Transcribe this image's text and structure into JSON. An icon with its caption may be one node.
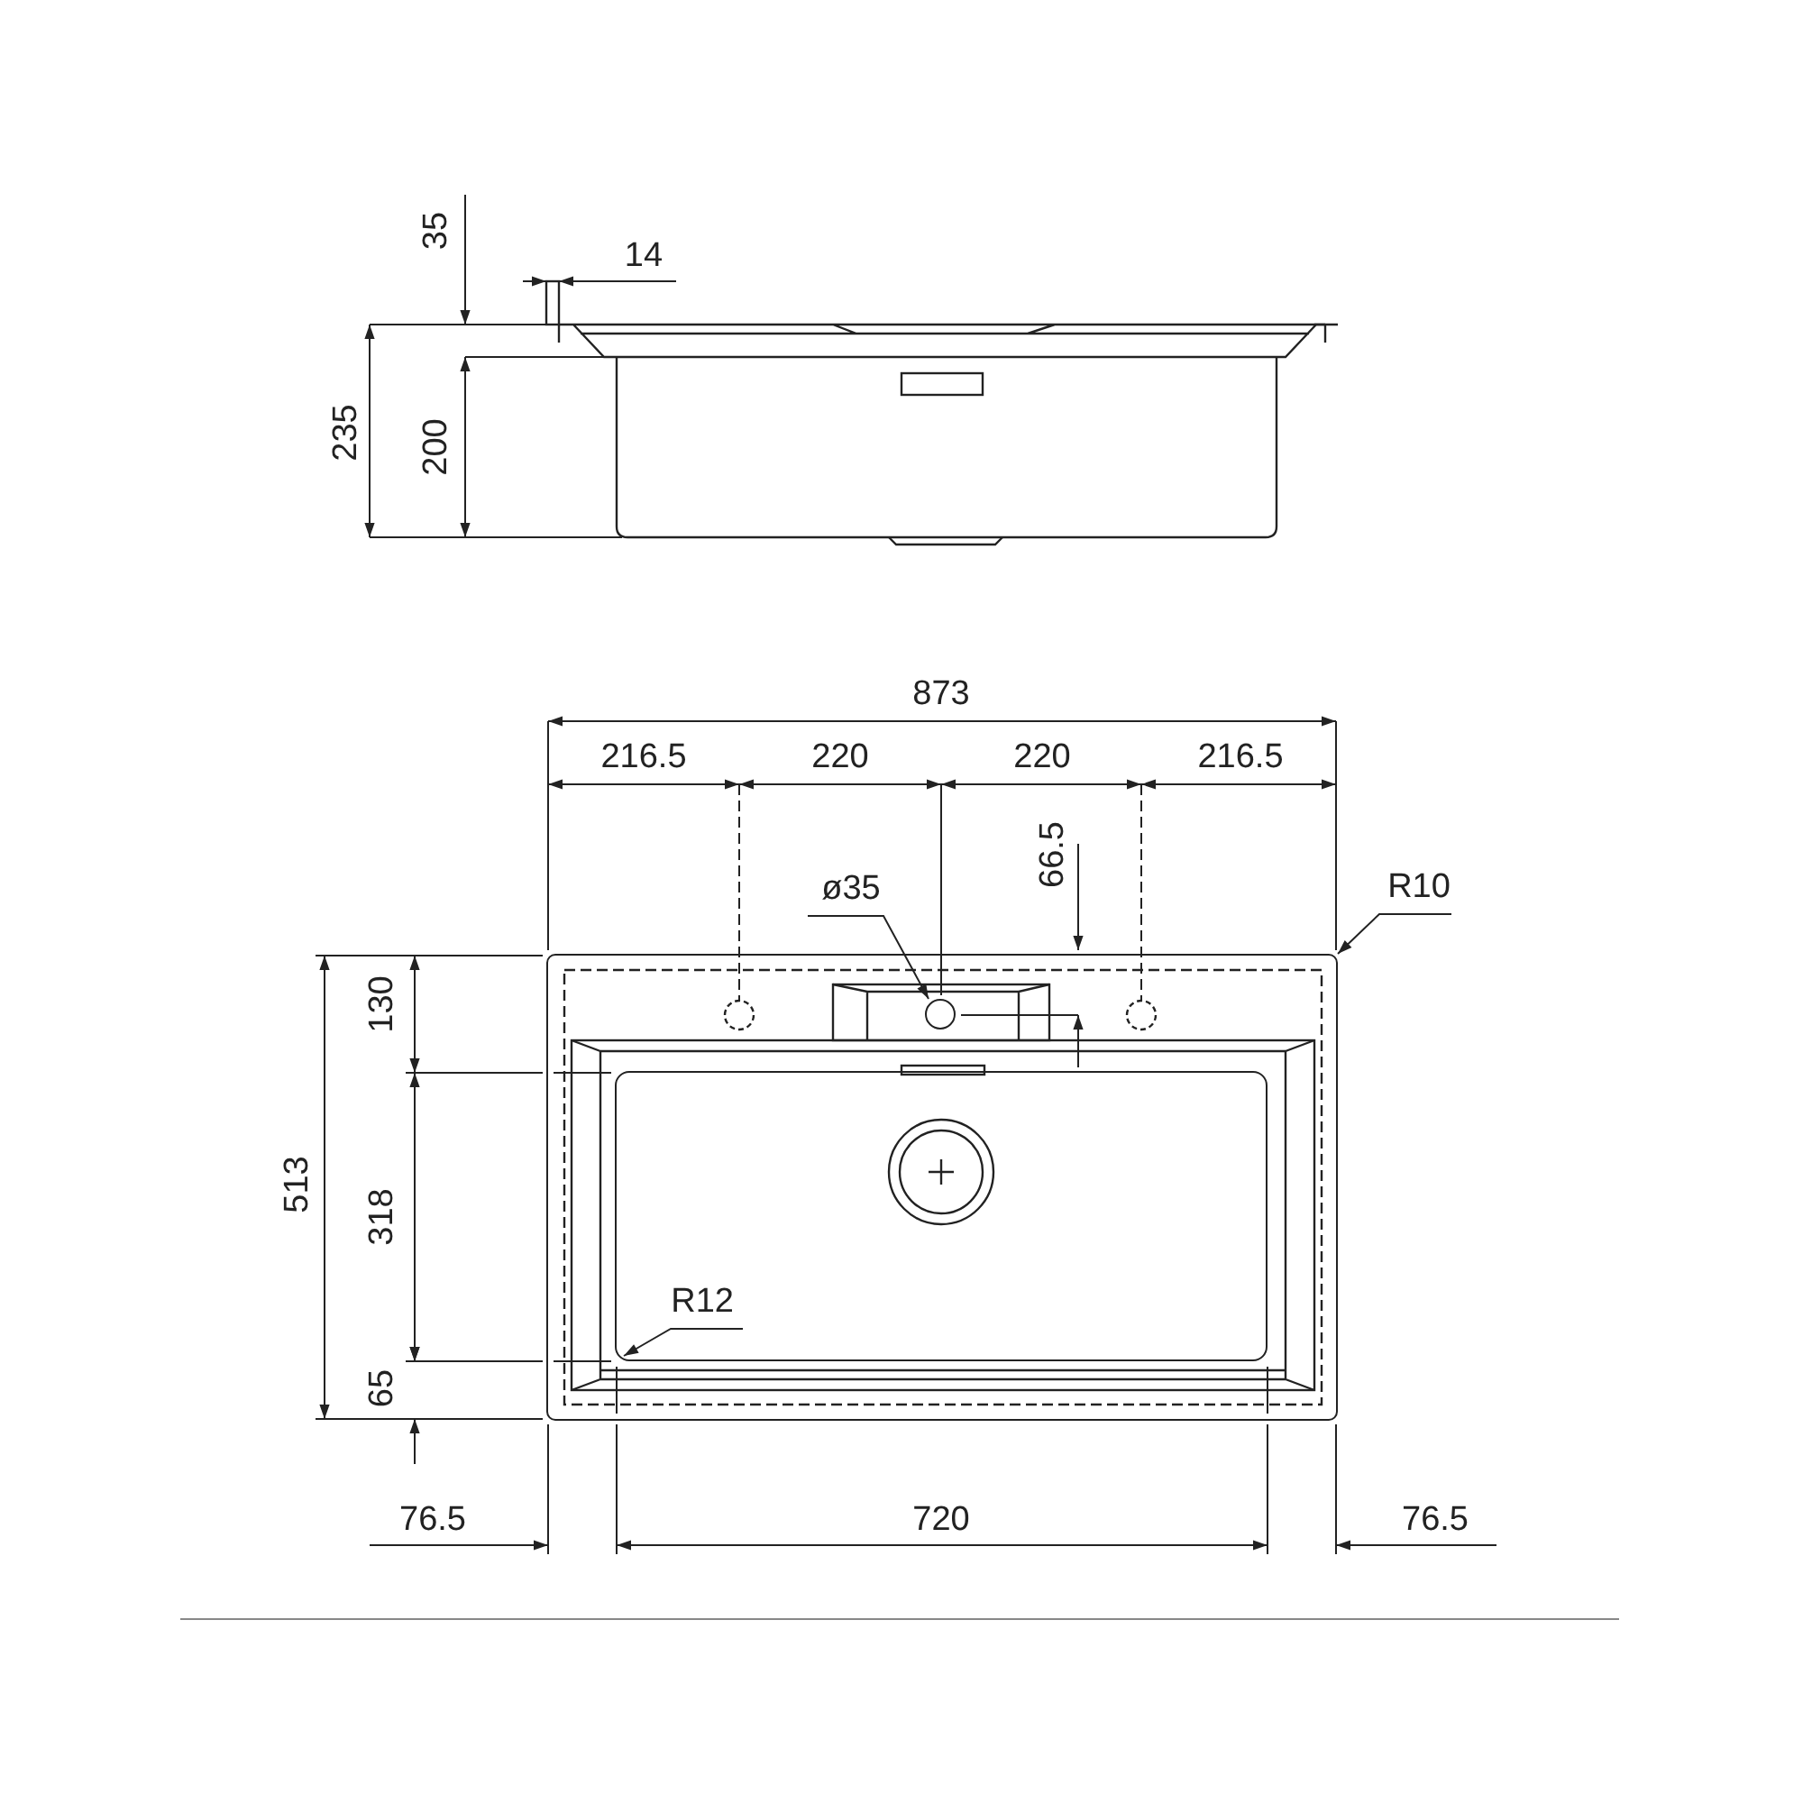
{
  "diagram": {
    "nodes": [
      {
        "text": [
          "ø35"
        ]
      },
      {
        "text": [],
        "shape": "circle",
        "in": 4
      },
      {
        "text": [
          "R10"
        ]
      },
      {
        "text": [
          "R12"
        ],
        "in": 5
      },
      {
        "text": [],
        "shape": "box"
      },
      {
        "text": [],
        "shape": "box",
        "in": 4
      }
    ],
    "edges": [
      {
        "from": 0,
        "to": 1,
        "arrow": "to"
      },
      {
        "from": 2,
        "to": 4,
        "arrow": "to"
      },
      {
        "from": 3,
        "to": 5,
        "arrow": "to"
      }
    ],
    "labels": [
      "35",
      "14",
      "235",
      "200",
      "873",
      "216.5",
      "220",
      "220",
      "216.5",
      "66.5",
      "130",
      "513",
      "318",
      "65",
      "76.5",
      "720",
      "76.5"
    ]
  }
}
